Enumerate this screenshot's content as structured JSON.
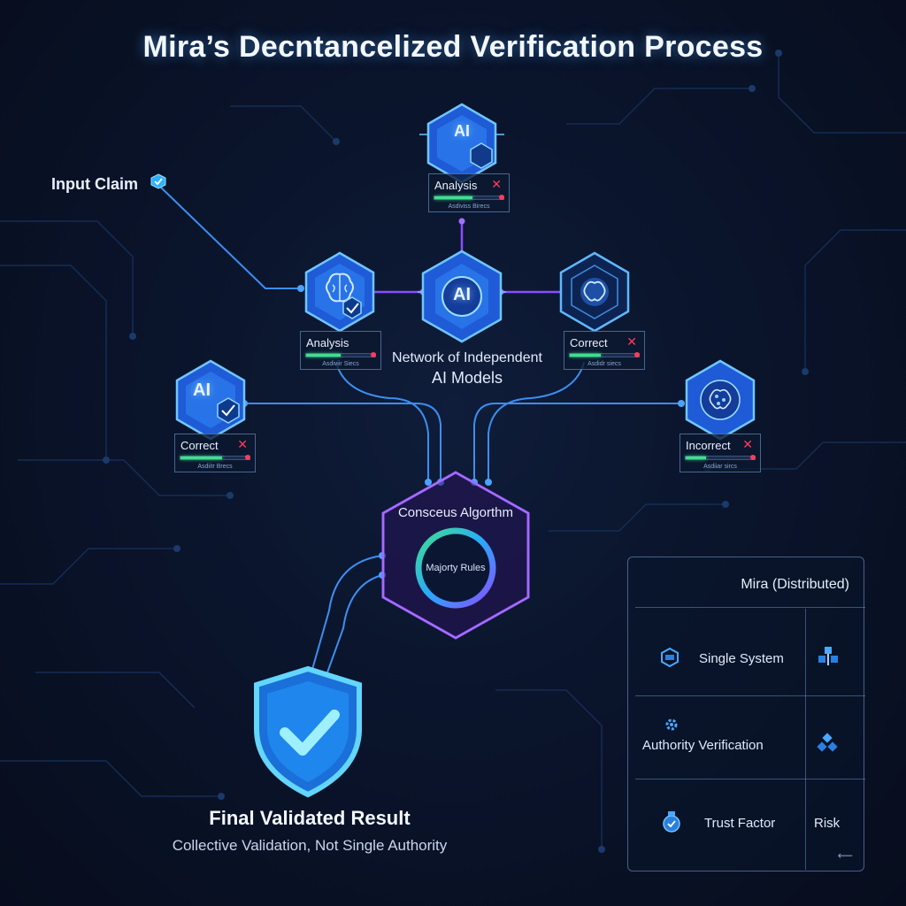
{
  "title": "Mira’s Decntancelized Verification Process",
  "input_claim": "Input Claim",
  "nodes": {
    "top": {
      "ai": "AI",
      "card": {
        "label": "Analysis",
        "caption": "Asdiviss Birecs",
        "fill": 0.55,
        "mark": "✕"
      }
    },
    "center": {
      "ai": "AI"
    },
    "left": {
      "card": {
        "label": "Analysis",
        "caption": "Asdiviir Siecs",
        "fill": 0.5
      }
    },
    "right": {
      "card": {
        "label": "Correct",
        "caption": "Asdidr siecs",
        "fill": 0.45,
        "mark": "✕"
      }
    },
    "far_left": {
      "ai": "AI",
      "card": {
        "label": "Correct",
        "caption": "Asdiitr Brecs",
        "fill": 0.6,
        "mark": "✕"
      }
    },
    "far_right": {
      "card": {
        "label": "Incorrect",
        "caption": "Asdiiar sircs",
        "fill": 0.3,
        "mark": "✕"
      }
    }
  },
  "network_label": {
    "line1": "Network of Independent",
    "line2": "AI Models"
  },
  "consensus": {
    "title": "Consceus Algorthm",
    "center": "Majorty Rules"
  },
  "result": {
    "title": "Final Validated Result",
    "subtitle": "Collective Validation, Not Single Authority"
  },
  "panel": {
    "title": "Mira (Distributed)",
    "rows": [
      {
        "left": "Single System",
        "left_icon": "server-icon",
        "right_icon": "network-nodes-icon"
      },
      {
        "left": "Authority  Verification",
        "left_icon": "gear-icon",
        "right_icon": "diamond-cluster-icon"
      },
      {
        "left": "Trust Factor",
        "right": "Risk",
        "left_icon": "badge-medal-icon"
      }
    ],
    "footer_arrow": "⟵"
  },
  "colors": {
    "accent_blue": "#3aa0ff",
    "accent_purple": "#8a4dff",
    "correct_green": "#3fe08a",
    "error_red": "#ff3b5c"
  }
}
